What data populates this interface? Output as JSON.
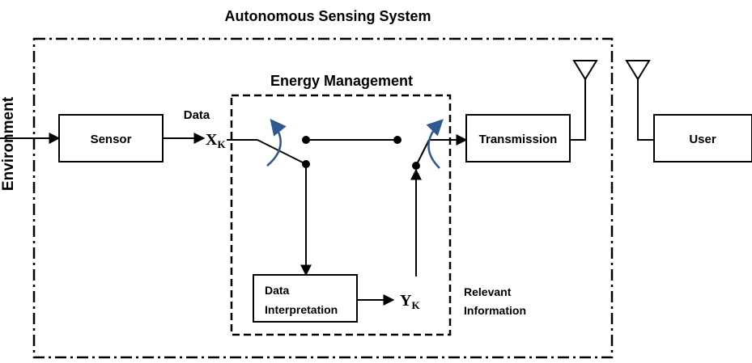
{
  "system_title": "Autonomous Sensing System",
  "energy_title": "Energy Management",
  "environment_label": "Environment",
  "data_label": "Data",
  "sensor_label": "Sensor",
  "transmission_label": "Transmission",
  "user_label": "User",
  "interp_line1": "Data",
  "interp_line2": "Interpretation",
  "relevant_line1": "Relevant",
  "relevant_line2": "Information",
  "xk_main": "X",
  "xk_sub": "K",
  "yk_main": "Y",
  "yk_sub": "K",
  "colors": {
    "arc": "#2f5a8e",
    "line": "#000000"
  }
}
